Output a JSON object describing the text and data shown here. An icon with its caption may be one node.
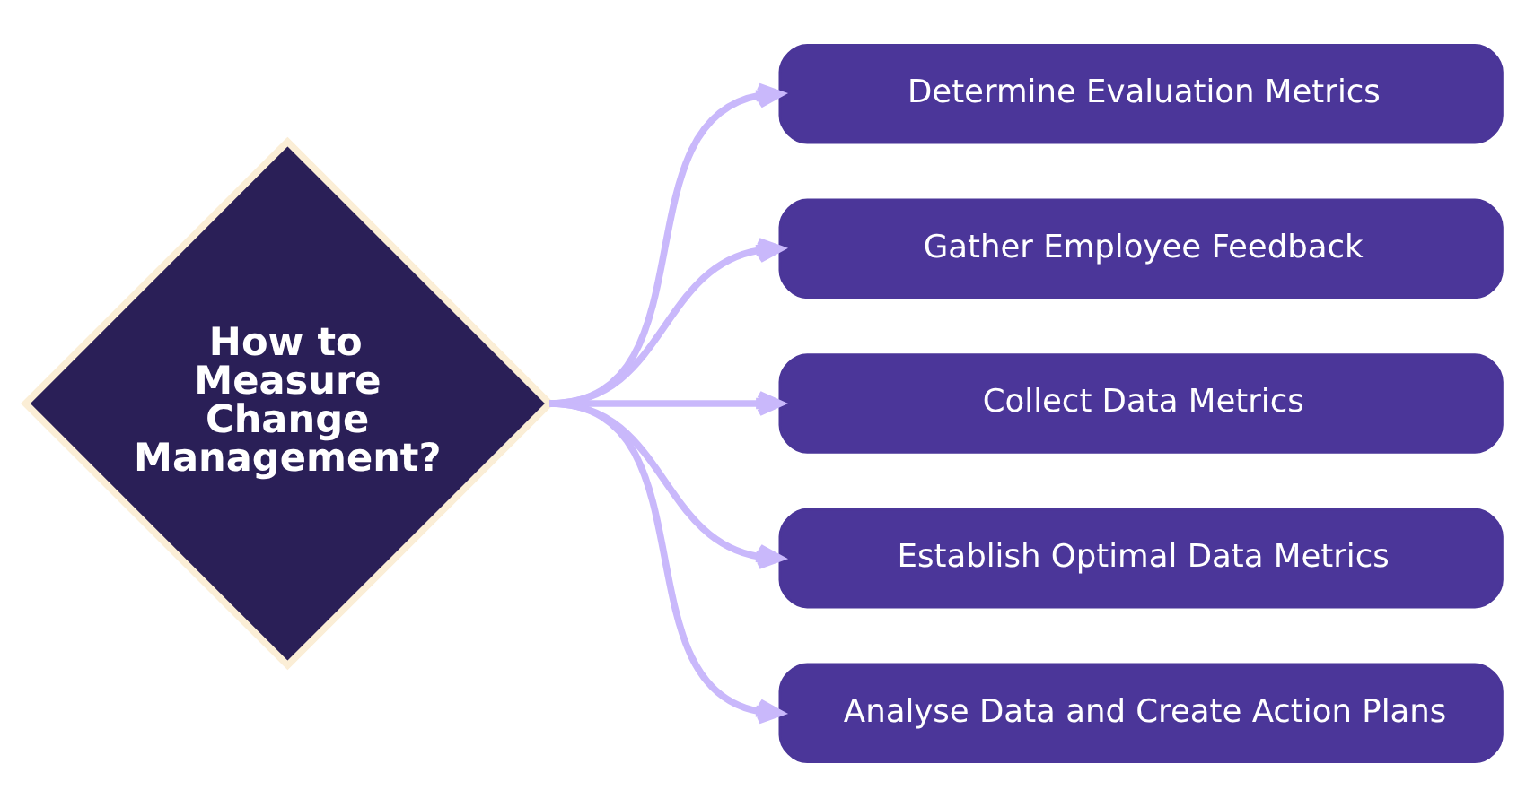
{
  "diagram": {
    "nodes": [
      {
        "text": [
          "How to Measure Change Management?"
        ]
      },
      {
        "text": [
          "Determine Evaluation Metrics"
        ]
      },
      {
        "text": [
          "Gather Employee Feedback"
        ]
      },
      {
        "text": [
          "Collect Data Metrics"
        ]
      },
      {
        "text": [
          "Establish Optimal Data Metrics"
        ]
      },
      {
        "text": [
          "Analyse Data and Create Action Plans"
        ]
      }
    ],
    "edges": [
      {
        "from": 0,
        "to": 1,
        "arrow": "to"
      },
      {
        "from": 0,
        "to": 2,
        "arrow": "to"
      },
      {
        "from": 0,
        "to": 3,
        "arrow": "to"
      },
      {
        "from": 0,
        "to": 4,
        "arrow": "to"
      },
      {
        "from": 0,
        "to": 5,
        "arrow": "to"
      }
    ]
  }
}
